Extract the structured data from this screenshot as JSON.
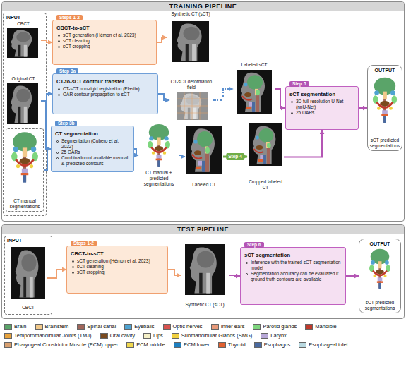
{
  "diagram": {
    "nodes": [
      {
        "text": [
          "TRAINING PIPELINE"
        ]
      },
      {
        "text": [
          "INPUT"
        ],
        "in": 0
      },
      {
        "text": [
          "CBCT"
        ],
        "in": 1
      },
      {
        "text": [
          "Original CT"
        ],
        "in": 1
      },
      {
        "text": [
          "CT manual segmentations"
        ],
        "in": 1
      },
      {
        "text": [
          "Steps 1-2",
          "CBCT-to-sCT",
          "sCT generation (Hémon et al. 2023)",
          "sCT cleaning",
          "sCT cropping"
        ],
        "in": 0
      },
      {
        "text": [
          "Synthetic CT (sCT)"
        ],
        "in": 0
      },
      {
        "text": [
          "Step 3a",
          "CT-to-sCT contour transfer",
          "CT-sCT non-rigid registration (Elastix)",
          "OAR contour propagation to sCT"
        ],
        "in": 0
      },
      {
        "text": [
          "CT-sCT deformation field"
        ],
        "in": 0
      },
      {
        "text": [
          "Step 3b",
          "CT segmentation",
          "Segmentation (Cubero et al. 2022)",
          "25 OARs",
          "Combination of available manual & predicted contours"
        ],
        "in": 0
      },
      {
        "text": [
          "CT manual + predicted segmentations"
        ],
        "in": 0
      },
      {
        "text": [
          "Labeled CT"
        ],
        "in": 0
      },
      {
        "text": [
          "Cropped labeled CT"
        ],
        "in": 0
      },
      {
        "text": [
          "Labeled sCT"
        ],
        "in": 0
      },
      {
        "text": [
          "Step 5",
          "sCT segmentation",
          "3D full resolution U-Net (nnU-Net)",
          "25 OARs"
        ],
        "in": 0
      },
      {
        "text": [
          "OUTPUT",
          "sCT predicted segmentations"
        ],
        "in": 0
      },
      {
        "text": [
          "TEST PIPELINE"
        ]
      },
      {
        "text": [
          "INPUT"
        ],
        "in": 16
      },
      {
        "text": [
          "CBCT"
        ],
        "in": 17
      },
      {
        "text": [
          "Steps 1-2",
          "CBCT-to-sCT",
          "sCT generation (Hémon et al. 2023)",
          "sCT cleaning",
          "sCT cropping"
        ],
        "in": 16
      },
      {
        "text": [
          "Synthetic CT (sCT)"
        ],
        "in": 16
      },
      {
        "text": [
          "Step 6",
          "sCT segmentation",
          "Inference with the trained sCT segmentation model",
          "Segmentation accuracy can be evaluated if ground truth contours are available"
        ],
        "in": 16
      },
      {
        "text": [
          "OUTPUT",
          "sCT predicted segmentations"
        ],
        "in": 16
      }
    ],
    "edges": [
      {
        "from": 2,
        "to": 5,
        "arrow": "to"
      },
      {
        "from": 5,
        "to": 6,
        "arrow": "to"
      },
      {
        "from": 3,
        "to": 7,
        "arrow": "to"
      },
      {
        "from": 7,
        "to": 8,
        "arrow": "to"
      },
      {
        "from": 8,
        "to": 13,
        "arrow": "to"
      },
      {
        "from": 3,
        "to": 9,
        "arrow": "to"
      },
      {
        "from": 4,
        "to": 9,
        "arrow": "to"
      },
      {
        "from": 9,
        "to": 10,
        "arrow": "to"
      },
      {
        "from": 10,
        "to": 11,
        "arrow": "to"
      },
      {
        "from": 11,
        "to": 12,
        "label": "Step 4",
        "arrow": "to"
      },
      {
        "from": 13,
        "to": 14,
        "arrow": "to"
      },
      {
        "from": 12,
        "to": 14,
        "arrow": "to"
      },
      {
        "from": 14,
        "to": 15,
        "arrow": "to"
      },
      {
        "from": 18,
        "to": 19,
        "arrow": "to"
      },
      {
        "from": 19,
        "to": 20,
        "arrow": "to"
      },
      {
        "from": 20,
        "to": 21,
        "arrow": "to"
      },
      {
        "from": 21,
        "to": 22,
        "arrow": "to"
      }
    ],
    "legend": [
      {
        "text": "Brain",
        "color": "#5aa469"
      },
      {
        "text": "Brainstem",
        "color": "#f2c98a"
      },
      {
        "text": "Spinal canal",
        "color": "#a0655a"
      },
      {
        "text": "Eyeballs",
        "color": "#4fa3d1"
      },
      {
        "text": "Optic nerves",
        "color": "#d9534f"
      },
      {
        "text": "Inner ears",
        "color": "#e89a7a"
      },
      {
        "text": "Parotid glands",
        "color": "#7ed67e"
      },
      {
        "text": "Mandible",
        "color": "#c0392b"
      },
      {
        "text": "Temporomandibular Joints (TMJ)",
        "color": "#e8a33d"
      },
      {
        "text": "Oral cavity",
        "color": "#7a4a1e"
      },
      {
        "text": "Lips",
        "color": "#f5f0c8"
      },
      {
        "text": "Submandibular Glands (SMG)",
        "color": "#f0d040"
      },
      {
        "text": "Larynx",
        "color": "#b8a8d8"
      },
      {
        "text": "Pharyngeal Constrictor Muscle (PCM) upper",
        "color": "#d8a070"
      },
      {
        "text": "PCM middle",
        "color": "#f0d850"
      },
      {
        "text": "PCM lower",
        "color": "#1f7fbf"
      },
      {
        "text": "Thyroid",
        "color": "#e06030"
      },
      {
        "text": "Esophagus",
        "color": "#4a6aa0"
      },
      {
        "text": "Esophageal inlet",
        "color": "#b8d8e0"
      }
    ]
  }
}
